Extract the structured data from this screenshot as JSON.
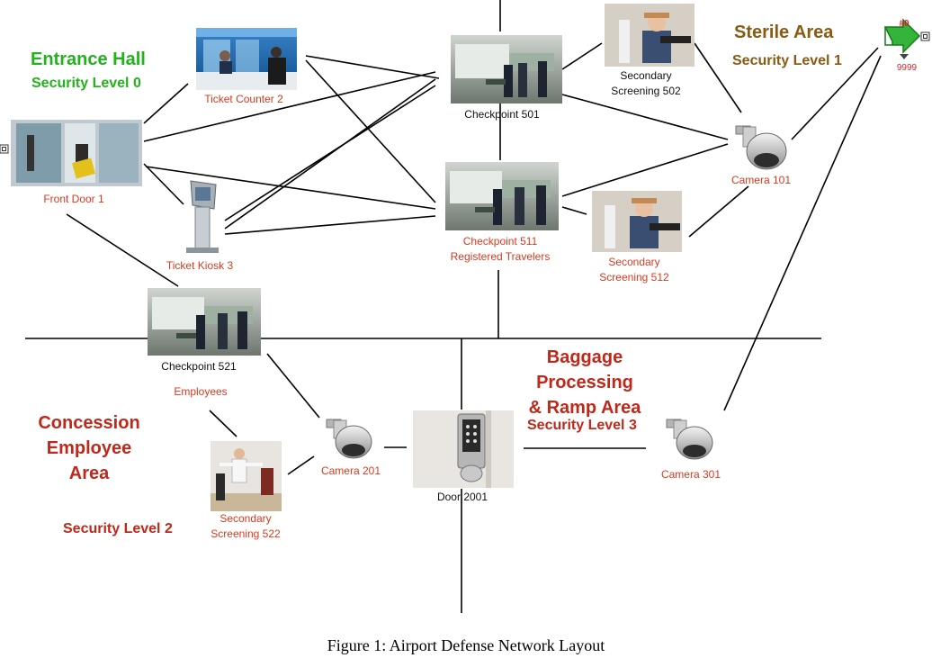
{
  "zones": {
    "entrance_title": "Entrance Hall",
    "entrance_level": "Security Level 0",
    "sterile_title": "Sterile Area",
    "sterile_level": "Security Level 1",
    "concession_line1": "Concession",
    "concession_line2": "Employee",
    "concession_line3": "Area",
    "concession_level": "Security Level 2",
    "baggage_line1": "Baggage",
    "baggage_line2": "Processing",
    "baggage_line3": "& Ramp Area",
    "baggage_level": "Security Level 3"
  },
  "nodes": {
    "ticket_counter": "Ticket Counter 2",
    "front_door": "Front Door 1",
    "ticket_kiosk": "Ticket Kiosk 3",
    "checkpoint_501": "Checkpoint 501",
    "secondary_502_l1": "Secondary",
    "secondary_502_l2": "Screening 502",
    "checkpoint_511_l1": "Checkpoint 511",
    "checkpoint_511_l2": "Registered Travelers",
    "secondary_512_l1": "Secondary",
    "secondary_512_l2": "Screening 512",
    "camera_101": "Camera 101",
    "exit_id": "9999",
    "exit_badge": "#0",
    "checkpoint_521": "Checkpoint 521",
    "employees": "Employees",
    "secondary_522_l1": "Secondary",
    "secondary_522_l2": "Screening 522",
    "camera_201": "Camera 201",
    "door_2001": "Door 2001",
    "camera_301": "Camera 301"
  },
  "caption": "Figure 1: Airport Defense Network Layout",
  "colors": {
    "entrance_green": "#22b21c",
    "sterile_brown": "#8b5a12",
    "concession_red": "#c0281a",
    "baggage_red": "#c0281a",
    "label_red": "#d83a1e",
    "exit_green": "#34b53a"
  }
}
